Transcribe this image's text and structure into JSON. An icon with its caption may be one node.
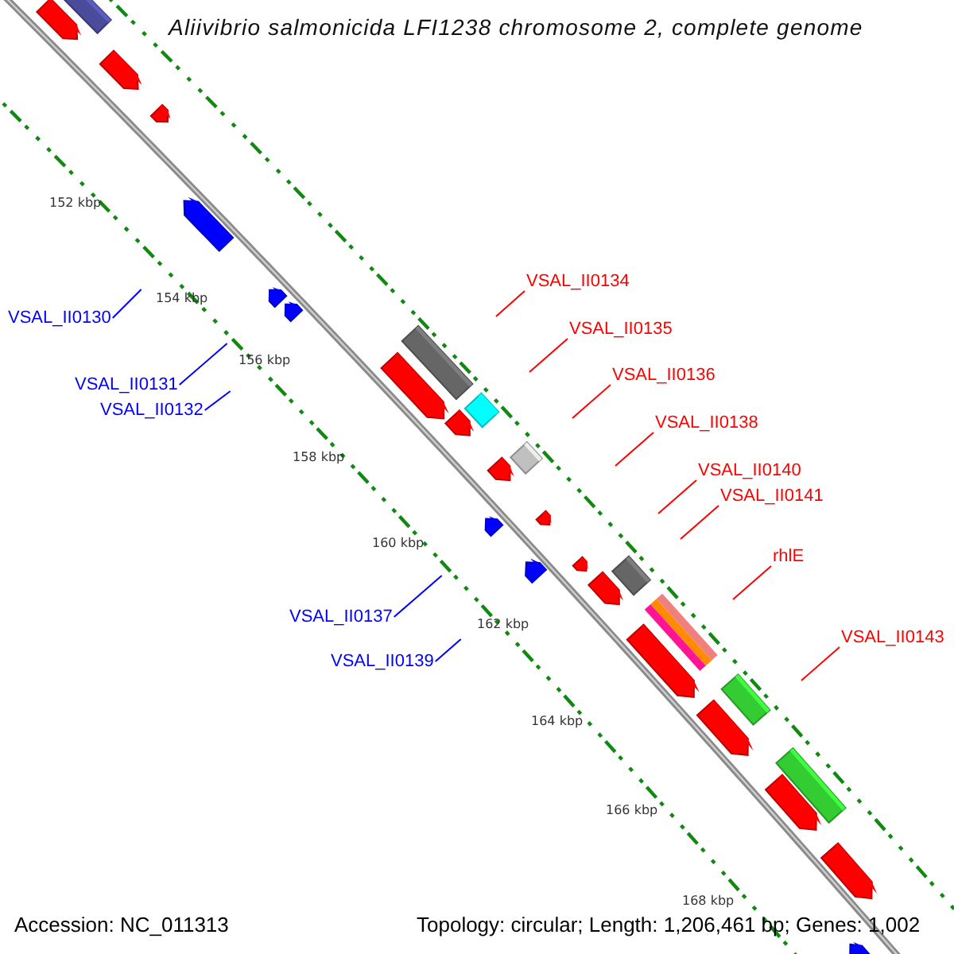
{
  "diagram": {
    "title": "Aliivibrio salmonicida LFI1238 chromosome 2, complete genome",
    "nodes": [
      {
        "text": [
          "VSAL_II0130"
        ]
      },
      {
        "text": [
          "VSAL_II0131"
        ]
      },
      {
        "text": [
          "VSAL_II0132"
        ]
      },
      {
        "text": [
          "VSAL_II0134"
        ]
      },
      {
        "text": [
          "VSAL_II0135"
        ]
      },
      {
        "text": [
          "VSAL_II0136"
        ]
      },
      {
        "text": [
          "VSAL_II0138"
        ]
      },
      {
        "text": [
          "VSAL_II0140"
        ]
      },
      {
        "text": [
          "VSAL_II0141"
        ]
      },
      {
        "text": [
          "rhlE"
        ]
      },
      {
        "text": [
          "VSAL_II0137"
        ]
      },
      {
        "text": [
          "VSAL_II0139"
        ]
      },
      {
        "text": [
          "VSAL_II0143"
        ]
      }
    ],
    "edges": [
      {
        "from": 0,
        "to": null,
        "arrow": "none",
        "color": "#0000ff"
      },
      {
        "from": 1,
        "to": null,
        "arrow": "none",
        "color": "#0000ff"
      },
      {
        "from": 2,
        "to": null,
        "arrow": "none",
        "color": "#0000ff"
      },
      {
        "from": 3,
        "to": null,
        "arrow": "none"
      },
      {
        "from": 4,
        "to": null,
        "arrow": "none"
      },
      {
        "from": 5,
        "to": null,
        "arrow": "none"
      },
      {
        "from": 6,
        "to": null,
        "arrow": "none"
      },
      {
        "from": 7,
        "to": null,
        "arrow": "none"
      },
      {
        "from": 8,
        "to": null,
        "arrow": "none"
      },
      {
        "from": 9,
        "to": null,
        "arrow": "none"
      },
      {
        "from": 10,
        "to": null,
        "arrow": "none",
        "color": "#0000ff"
      },
      {
        "from": 11,
        "to": null,
        "arrow": "none",
        "color": "#0000ff"
      },
      {
        "from": 12,
        "to": null,
        "arrow": "none"
      }
    ],
    "labels": [
      "152 kbp",
      "154 kbp",
      "156 kbp",
      "158 kbp",
      "160 kbp",
      "162 kbp",
      "164 kbp",
      "166 kbp",
      "168 kbp",
      "Accession: NC_011313",
      "Topology: circular; Length: 1,206,461 bp; Genes: 1,002"
    ]
  }
}
